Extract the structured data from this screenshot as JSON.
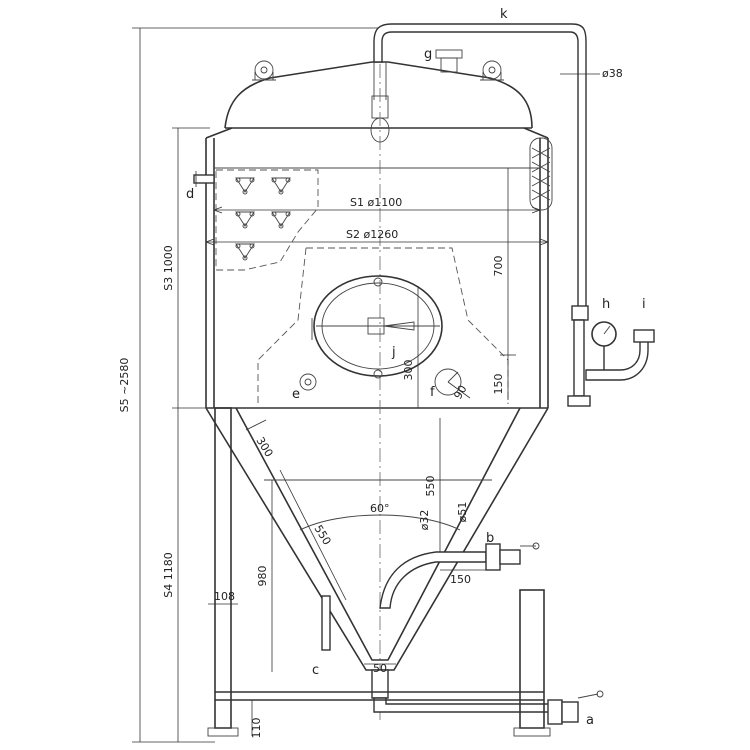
{
  "labels": {
    "a": "a",
    "b": "b",
    "c": "c",
    "d": "d",
    "e": "e",
    "f": "f",
    "g": "g",
    "h": "h",
    "i": "i",
    "j": "j",
    "k": "k"
  },
  "dimensions": {
    "s1": "S1  ø1100",
    "s2": "S2  ø1260",
    "s3": "S3 1000",
    "s4": "S4 1180",
    "s5": "S5 ~2580",
    "d38": "ø38",
    "d700": "700",
    "d300_manhole": "300",
    "d150": "150",
    "d90": "90",
    "d300_cone": "300",
    "d550_cone": "550",
    "d550_vert": "550",
    "d32": "ø32",
    "d51": "ø51",
    "angle": "60°",
    "d980": "980",
    "d108": "108",
    "d150_outlet": "150",
    "d50": "50",
    "d110": "110"
  }
}
